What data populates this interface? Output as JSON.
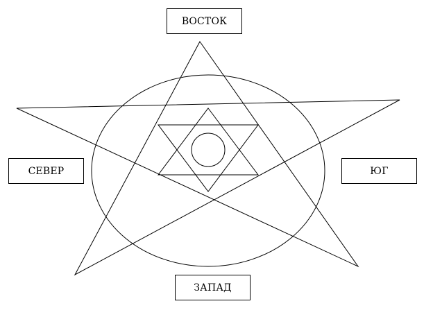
{
  "labels": {
    "top": "ВОСТОК",
    "left": "СЕВЕР",
    "right": "ЮГ",
    "bottom": "ЗАПАД"
  },
  "colors": {
    "stroke": "#000000",
    "background": "#ffffff"
  }
}
